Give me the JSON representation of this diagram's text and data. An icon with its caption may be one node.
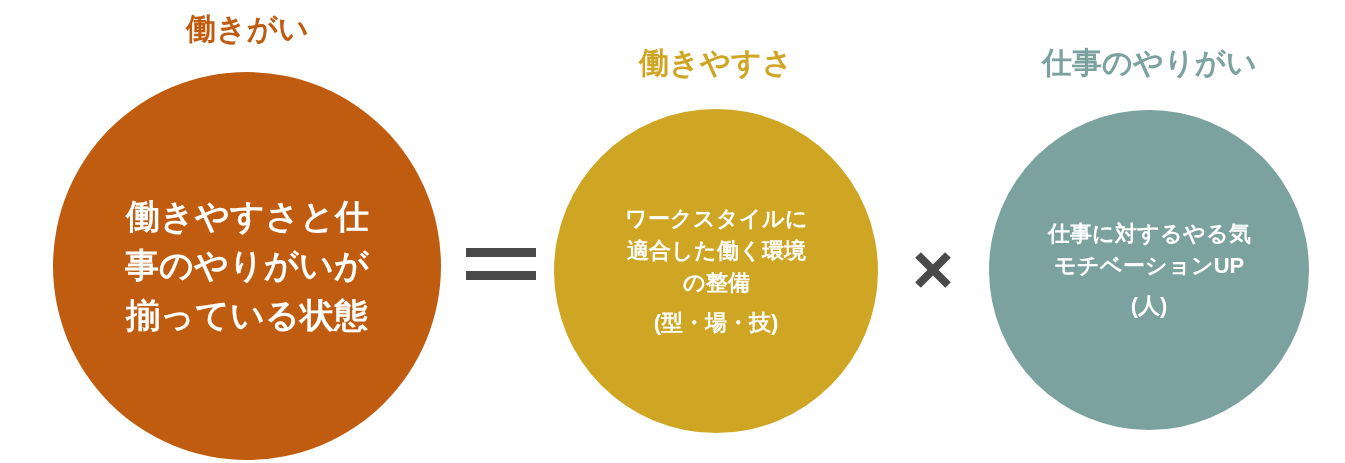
{
  "diagram": {
    "nodes": [
      {
        "text": [
          "働きがい",
          "働きやすさと仕事のやりがいが揃っている状態"
        ]
      },
      {
        "text": [
          "働きやすさ",
          "ワークスタイルに適合した働く環境の整備",
          "(型・場・技)"
        ]
      },
      {
        "text": [
          "仕事のやりがい",
          "仕事に対するやる気モチベーションUP",
          "(人)"
        ]
      }
    ]
  }
}
